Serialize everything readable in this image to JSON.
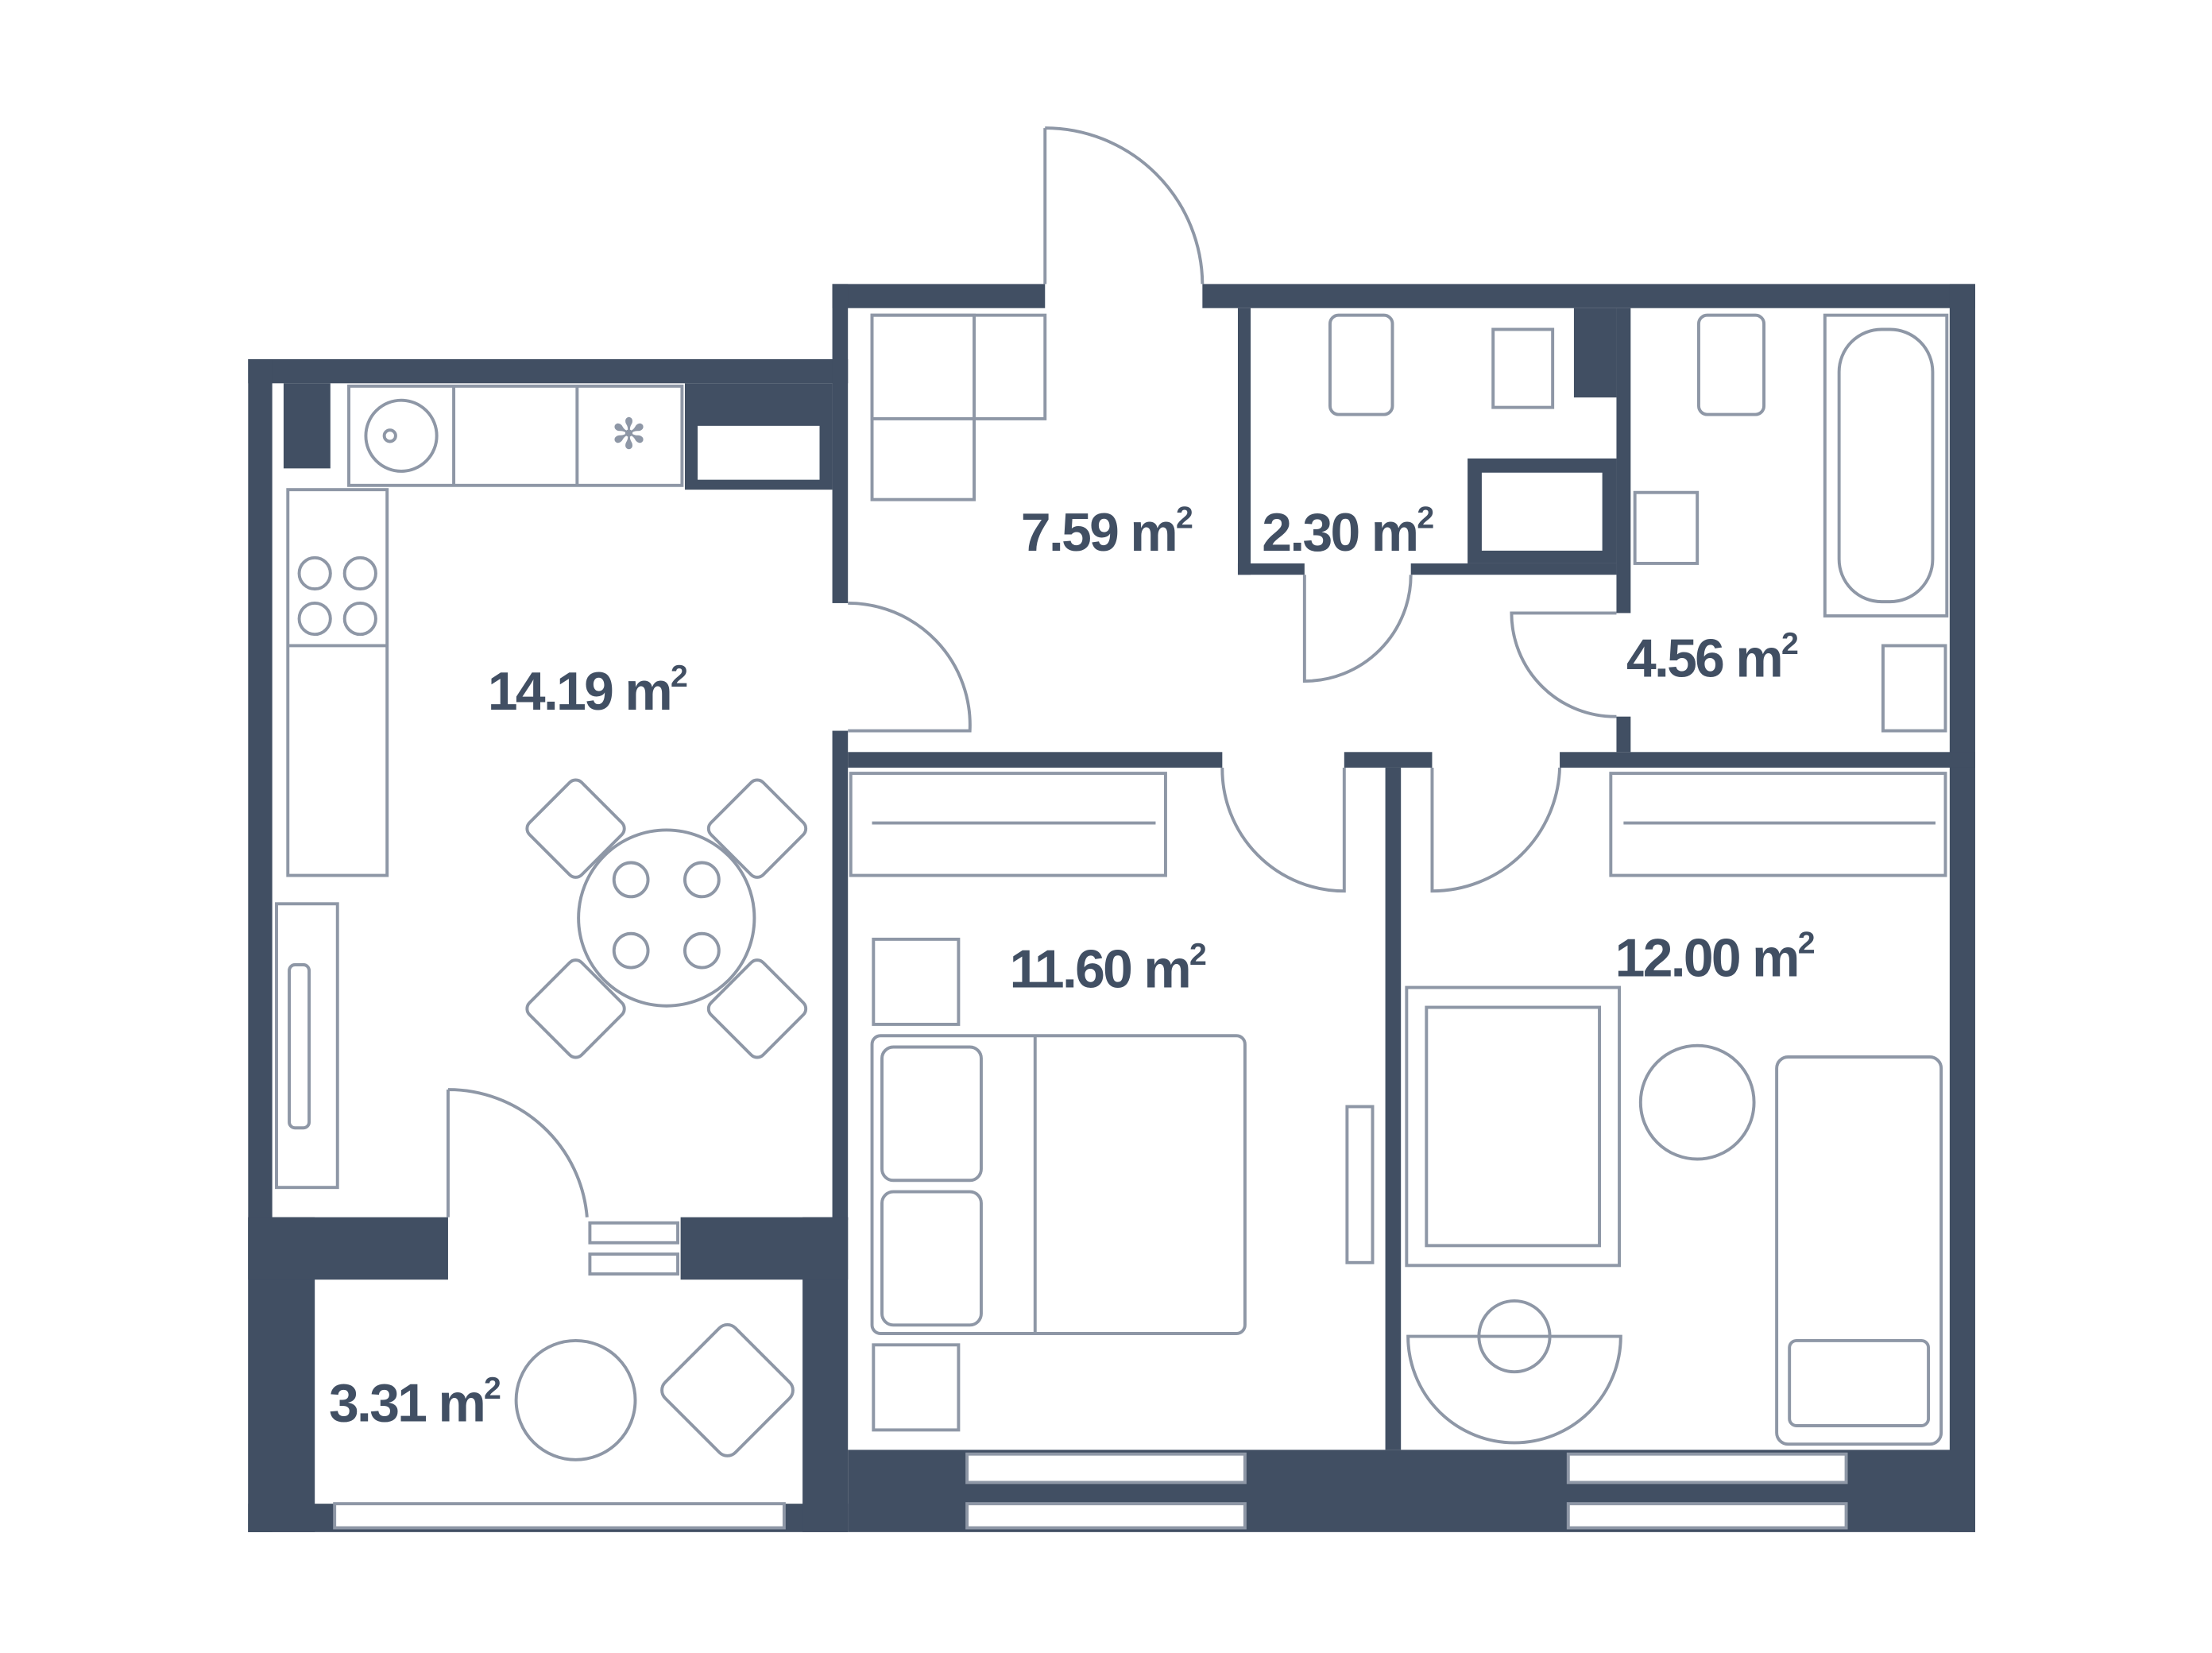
{
  "plan": {
    "colors": {
      "wall": "#414f63",
      "line": "#8e97a6",
      "background": "#ffffff"
    },
    "unit": "m",
    "unit_power": "2",
    "rooms": [
      {
        "id": "hall",
        "area": "7.59"
      },
      {
        "id": "wc",
        "area": "2.30"
      },
      {
        "id": "kitchen-living",
        "area": "14.19"
      },
      {
        "id": "bathroom",
        "area": "4.56"
      },
      {
        "id": "bedroom",
        "area": "11.60"
      },
      {
        "id": "kids-room",
        "area": "12.00"
      },
      {
        "id": "balcony",
        "area": "3.31"
      }
    ]
  }
}
